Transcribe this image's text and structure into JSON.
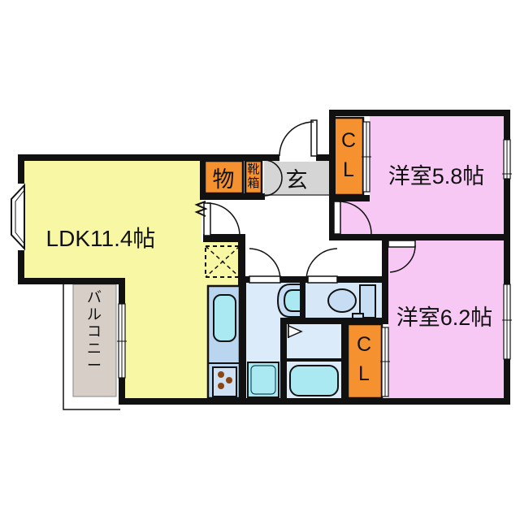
{
  "plan": {
    "type": "floorplan",
    "rooms": {
      "ldk": {
        "label": "LDK11.4帖"
      },
      "bedroom_north": {
        "label": "洋室5.8帖"
      },
      "bedroom_south": {
        "label": "洋室6.2帖"
      },
      "entrance": {
        "label": "玄"
      },
      "storage": {
        "label": "物"
      },
      "shoe_box": {
        "char1": "靴",
        "char2": "箱"
      },
      "closet_north": {
        "char1": "C",
        "char2": "L"
      },
      "closet_south": {
        "char1": "C",
        "char2": "L"
      },
      "balcony": {
        "chars": [
          "バ",
          "ル",
          "コ",
          "ニ",
          "ー"
        ]
      }
    },
    "colors": {
      "ldk_yellow": "#f8f7a3",
      "bedroom_pink": "#f6c8f3",
      "closet_orange": "#f5912f",
      "entrance_gray": "#d5d5d5",
      "balcony_beige": "#d7cec7",
      "counter_blue": "#b9d5ef",
      "room_light_blue": "#dcebf9",
      "water_cyan": "#abe9f2",
      "wall_black": "#111111",
      "burner_brown": "#8a4512"
    }
  }
}
